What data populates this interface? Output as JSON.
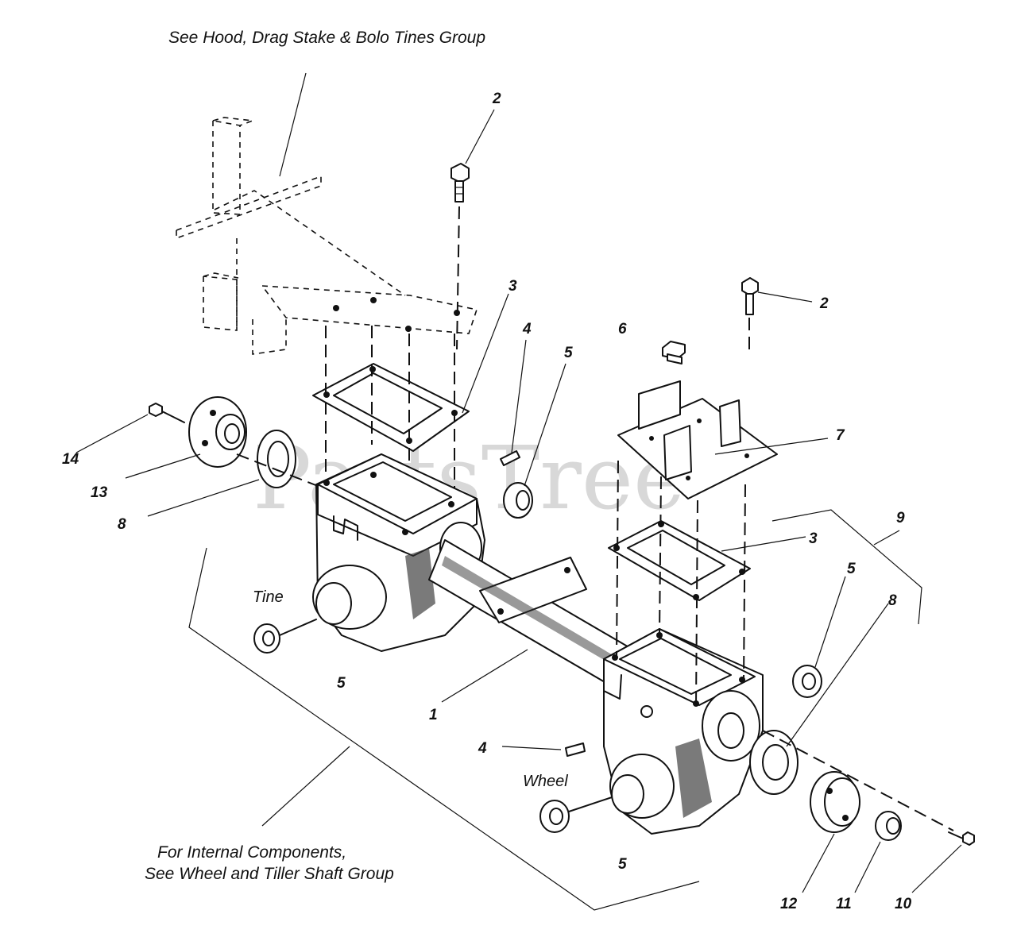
{
  "watermark": "PartsTree",
  "notes": {
    "top": "See Hood, Drag Stake & Bolo Tines Group",
    "bottom_line1": "For Internal Components,",
    "bottom_line2": "See Wheel  and Tiller Shaft Group"
  },
  "labels": {
    "tine": "Tine",
    "wheel": "Wheel"
  },
  "callouts": [
    {
      "id": "c2a",
      "text": "2"
    },
    {
      "id": "c2b",
      "text": "2"
    },
    {
      "id": "c3a",
      "text": "3"
    },
    {
      "id": "c3b",
      "text": "3"
    },
    {
      "id": "c4a",
      "text": "4"
    },
    {
      "id": "c4b",
      "text": "4"
    },
    {
      "id": "c5a",
      "text": "5"
    },
    {
      "id": "c5b",
      "text": "5"
    },
    {
      "id": "c5c",
      "text": "5"
    },
    {
      "id": "c5d",
      "text": "5"
    },
    {
      "id": "c6",
      "text": "6"
    },
    {
      "id": "c7",
      "text": "7"
    },
    {
      "id": "c8a",
      "text": "8"
    },
    {
      "id": "c8b",
      "text": "8"
    },
    {
      "id": "c9",
      "text": "9"
    },
    {
      "id": "c1",
      "text": "1"
    },
    {
      "id": "c10",
      "text": "10"
    },
    {
      "id": "c11",
      "text": "11"
    },
    {
      "id": "c12",
      "text": "12"
    },
    {
      "id": "c13",
      "text": "13"
    },
    {
      "id": "c14",
      "text": "14"
    }
  ]
}
